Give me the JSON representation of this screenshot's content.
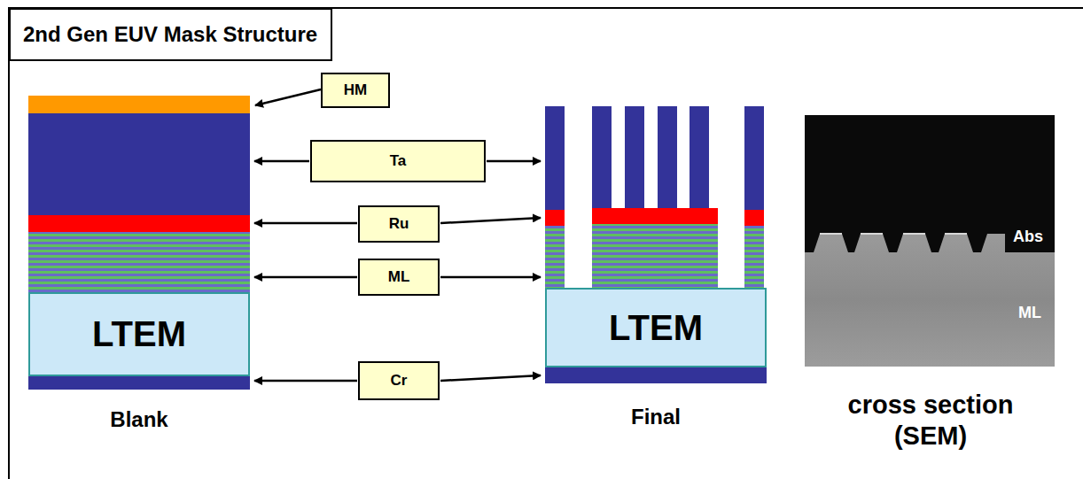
{
  "diagram": {
    "title": "2nd Gen EUV Mask Structure",
    "nodes": [
      {
        "text": [
          "HM"
        ]
      },
      {
        "text": [
          "Ta"
        ]
      },
      {
        "text": [
          "Ru"
        ]
      },
      {
        "text": [
          "ML"
        ]
      },
      {
        "text": [
          "LTEM"
        ]
      },
      {
        "text": [
          "LTEM"
        ]
      },
      {
        "text": [
          "Cr"
        ]
      }
    ],
    "labels": [
      "Blank",
      "Final",
      "Abs",
      "ML",
      "cross section (SEM)"
    ]
  }
}
